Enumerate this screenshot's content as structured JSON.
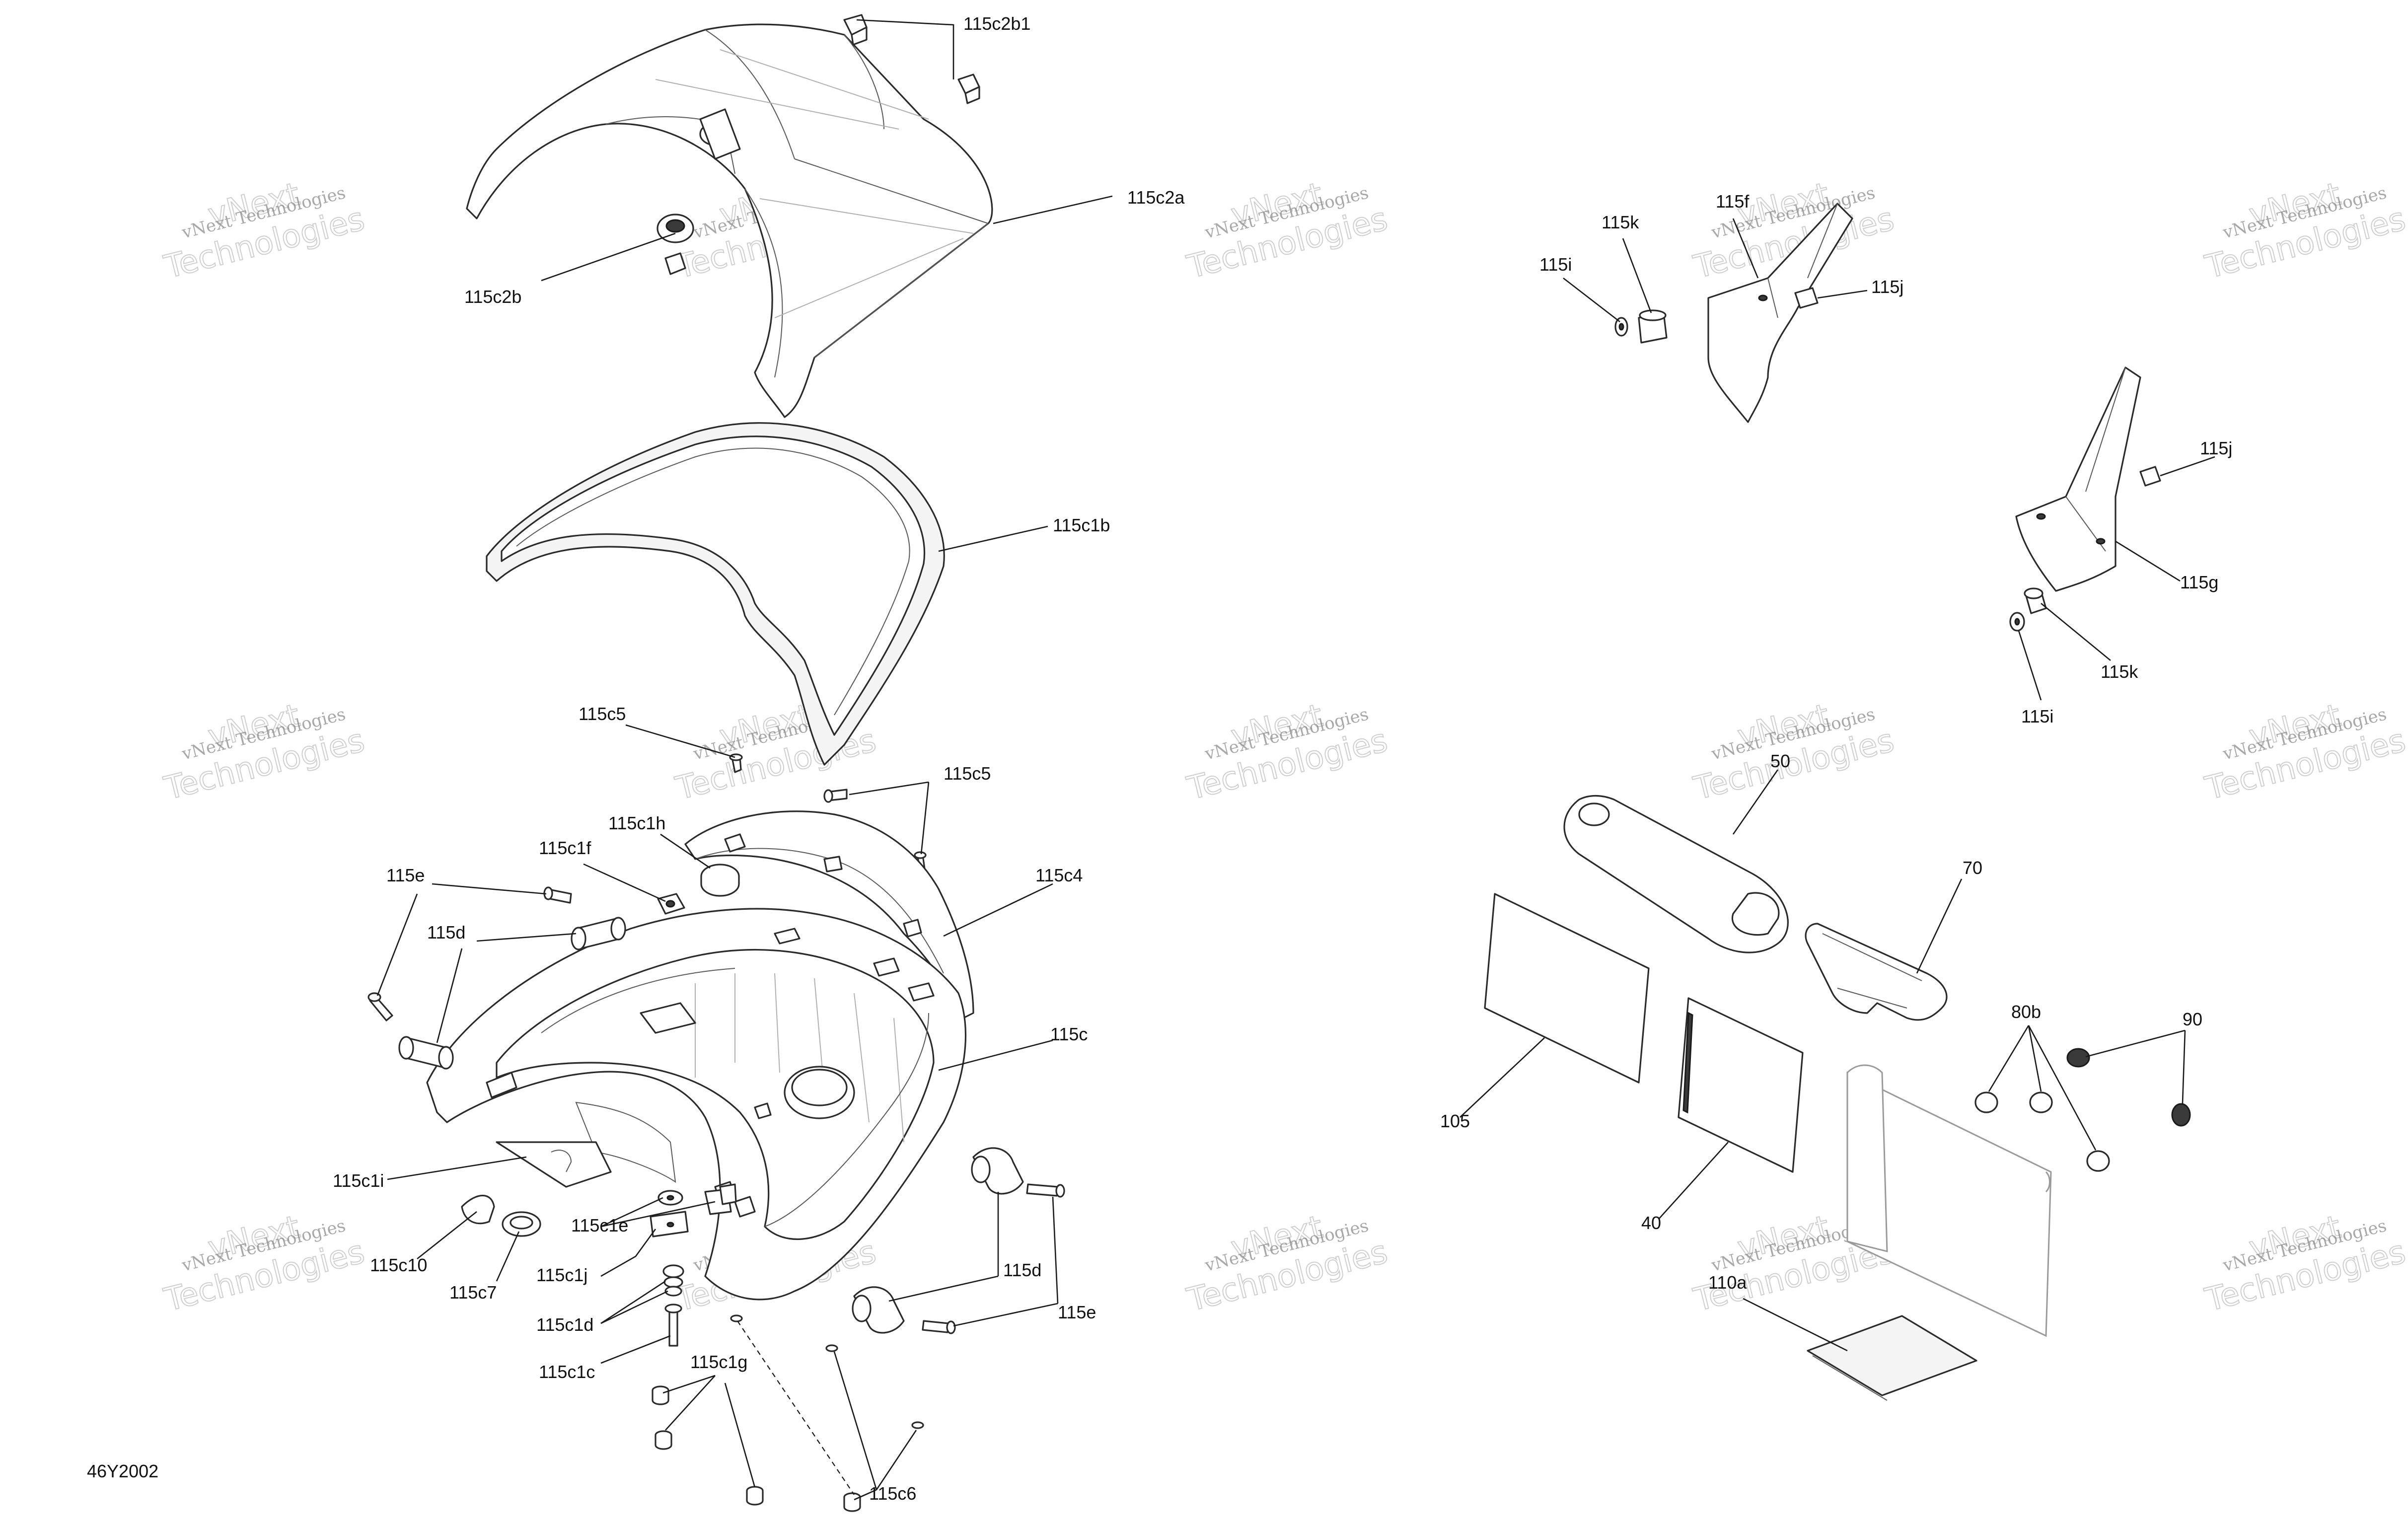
{
  "diagram_code": "46Y2002",
  "watermark": {
    "line1": "vNext Technologies",
    "line2": "vNext",
    "line3": "Technologies"
  },
  "callouts": {
    "c115c2b1": "115c2b1",
    "c115c2a": "115c2a",
    "c115c2b": "115c2b",
    "c115c1b": "115c1b",
    "c115c5_a": "115c5",
    "c115c5_b": "115c5",
    "c115c1h": "115c1h",
    "c115c1f": "115c1f",
    "c115e_a": "115e",
    "c115d_a": "115d",
    "c115c4": "115c4",
    "c115c": "115c",
    "c115c1i": "115c1i",
    "c115c1e": "115c1e",
    "c115c10": "115c10",
    "c115c7": "115c7",
    "c115c1j": "115c1j",
    "c115c1d": "115c1d",
    "c115c1c": "115c1c",
    "c115c1g": "115c1g",
    "c115c6": "115c6",
    "c115d_b": "115d",
    "c115e_b": "115e",
    "c115f": "115f",
    "c115k_a": "115k",
    "c115i_a": "115i",
    "c115j_a": "115j",
    "c115j_b": "115j",
    "c115g": "115g",
    "c115k_b": "115k",
    "c115i_b": "115i",
    "c50": "50",
    "c70": "70",
    "c80b": "80b",
    "c90": "90",
    "c105": "105",
    "c40": "40",
    "c110a": "110a"
  }
}
